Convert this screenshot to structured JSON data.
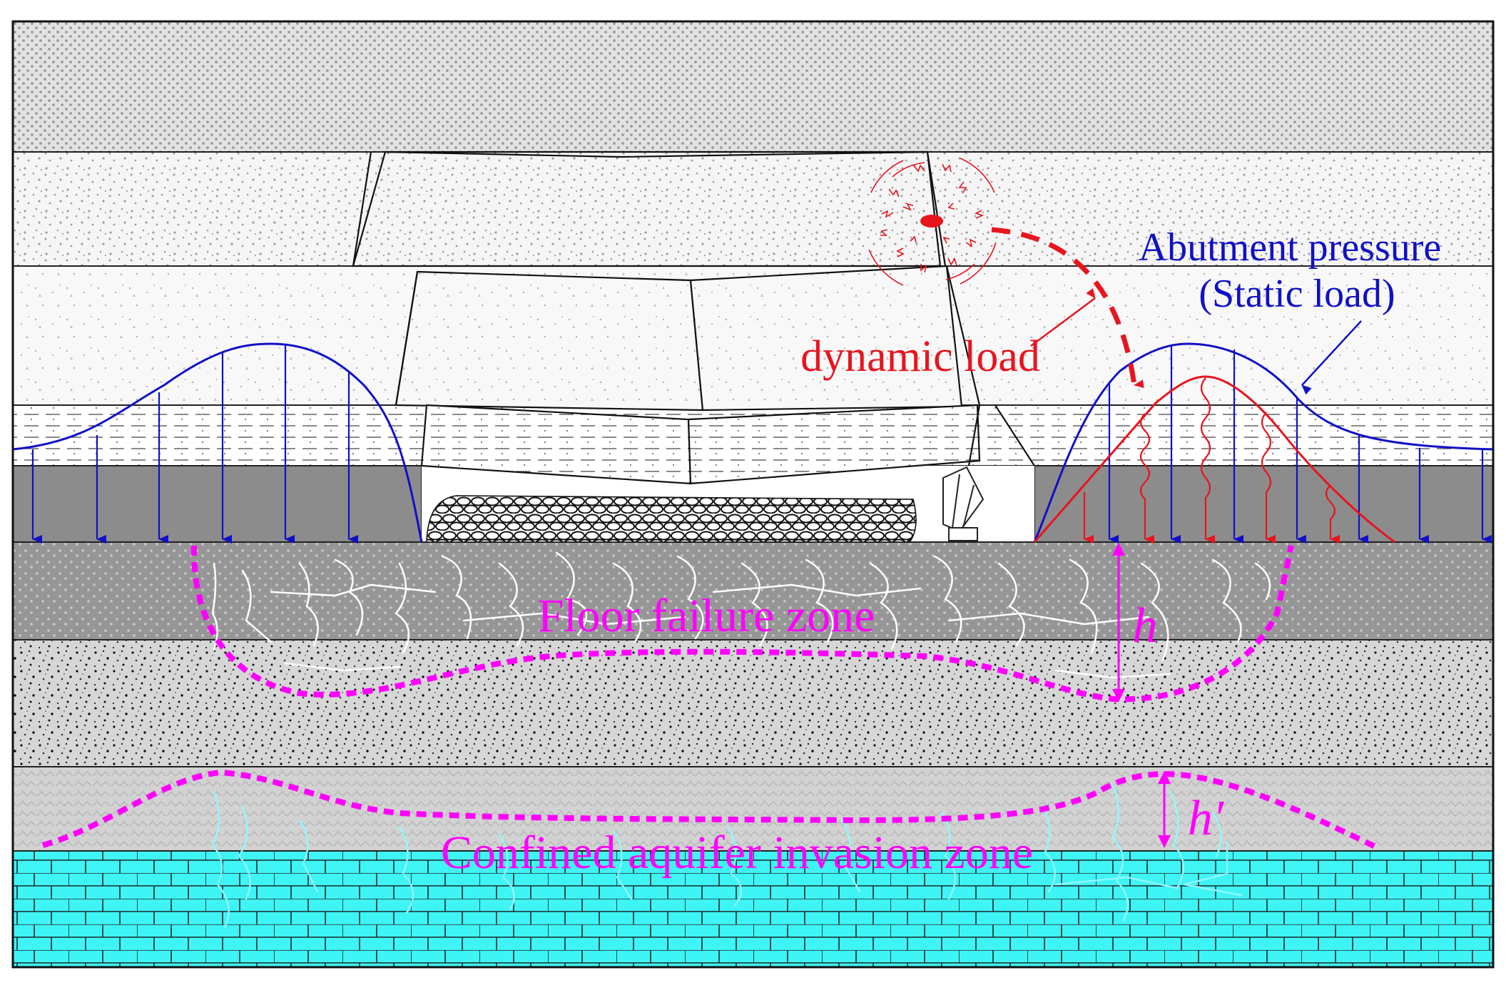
{
  "labels": {
    "abutment_pressure": "Abutment pressure",
    "static_load": "(Static load)",
    "dynamic_load": "dynamic load",
    "floor_failure_zone": "Floor failure zone",
    "floor_failure_depth": "h",
    "aquifer_invasion_zone": "Confined aquifer invasion zone",
    "aquifer_invasion_height": "h′"
  },
  "colors": {
    "static_load": "#1010c8",
    "dynamic_load": "#e8141e",
    "zone_boundary": "#ff00ff",
    "aquifer": "#3ff4f4",
    "aquifer_cracks": "#8ff8ff",
    "coal_seam": "#8c8c8c",
    "floor_stratum": "#969696"
  },
  "icons": {
    "seismic_source": "seismic-burst-icon",
    "load_arrow": "arrow-down-icon"
  }
}
